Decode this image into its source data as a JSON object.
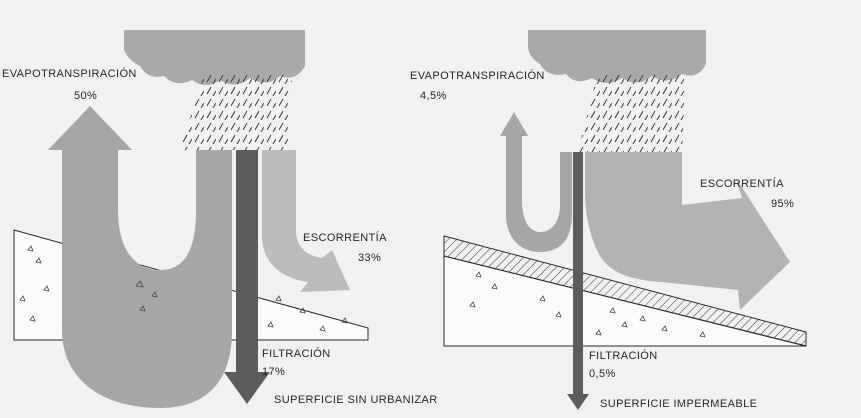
{
  "colors": {
    "background": "#f1f1ef",
    "cloud": "#a9a9a9",
    "arrow": "#a6a6a6",
    "infiltration": "#5c5c5c",
    "rain": "#3a3a3a",
    "soil_fill": "#fbfbfa",
    "outline": "#2a2a2a",
    "text": "#262626"
  },
  "left": {
    "evapo_label": "EVAPOTRANSPIRACIÓN",
    "evapo_value": "50%",
    "runoff_label": "ESCORRENTÍA",
    "runoff_value": "33%",
    "infiltration_label": "FILTRACIÓN",
    "infiltration_value": "17%",
    "caption": "SUPERFICIE SIN URBANIZAR"
  },
  "right": {
    "evapo_label": "EVAPOTRANSPIRACIÓN",
    "evapo_value": "4,5%",
    "runoff_label": "ESCORRENTÍA",
    "runoff_value": "95%",
    "infiltration_label": "FILTRACIÓN",
    "infiltration_value": "0,5%",
    "caption": "SUPERFICIE IMPERMEABLE"
  }
}
